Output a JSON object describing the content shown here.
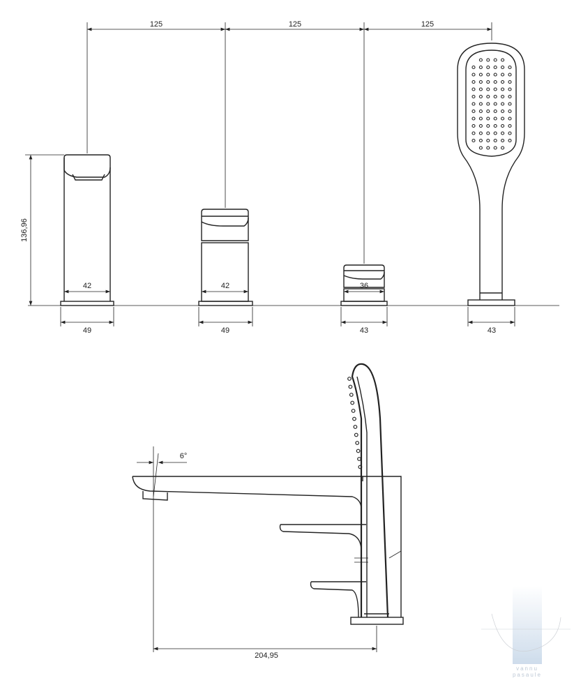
{
  "drawing": {
    "top_spacing": [
      "125",
      "125",
      "125"
    ],
    "height_dim": "136,96",
    "units": [
      {
        "name": "spout",
        "body_width": "42",
        "base_width": "49"
      },
      {
        "name": "mixer",
        "body_width": "42",
        "base_width": "49"
      },
      {
        "name": "diverter",
        "body_width": "36",
        "base_width": "43"
      },
      {
        "name": "hand-shower",
        "base_width": "43"
      }
    ],
    "angle_dim": "6°",
    "reach_dim": "204,95"
  },
  "watermark": {
    "line1": "vannu",
    "line2": "pasaule"
  }
}
